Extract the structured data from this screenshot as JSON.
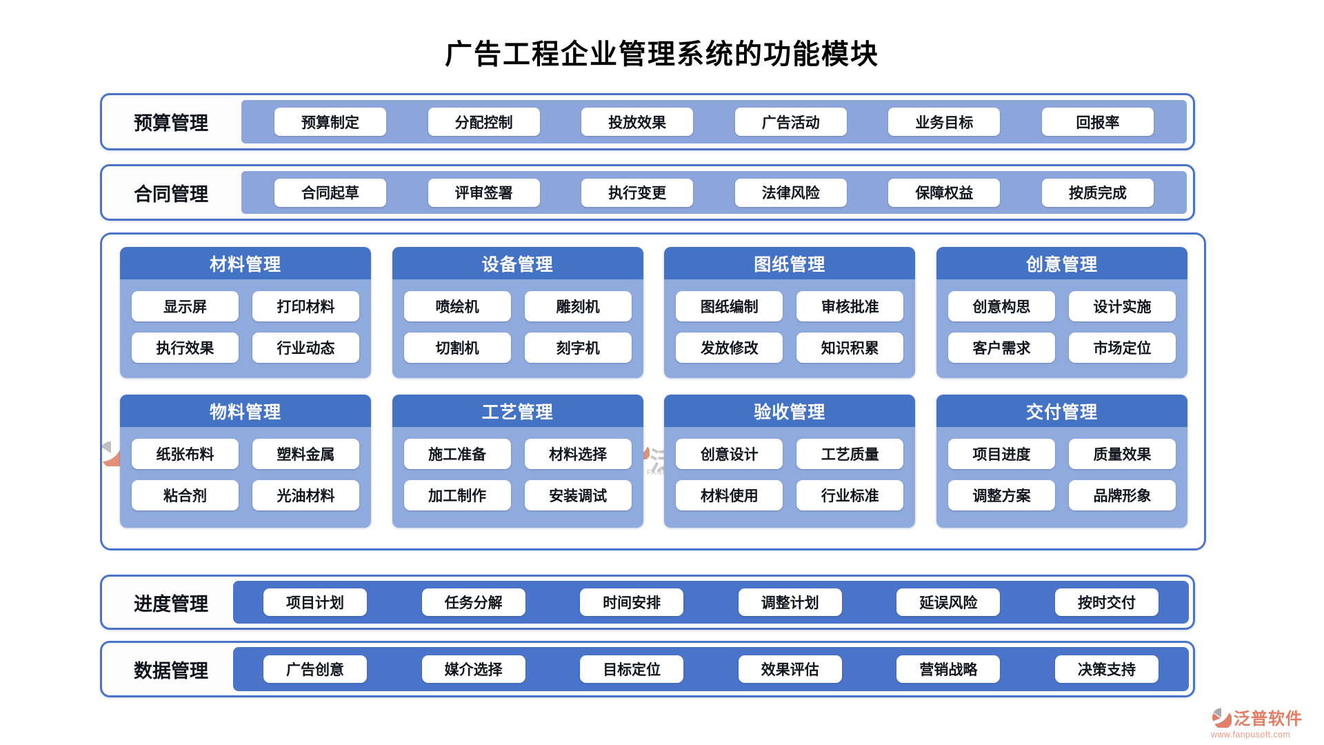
{
  "title": "广告工程企业管理系统的功能模块",
  "rows": [
    {
      "label": "预算管理",
      "items": [
        "预算制定",
        "分配控制",
        "投放效果",
        "广告活动",
        "业务目标",
        "回报率"
      ]
    },
    {
      "label": "合同管理",
      "items": [
        "合同起草",
        "评审签署",
        "执行变更",
        "法律风险",
        "保障权益",
        "按质完成"
      ]
    }
  ],
  "cards": [
    {
      "title": "材料管理",
      "items": [
        "显示屏",
        "打印材料",
        "执行效果",
        "行业动态"
      ]
    },
    {
      "title": "设备管理",
      "items": [
        "喷绘机",
        "雕刻机",
        "切割机",
        "刻字机"
      ]
    },
    {
      "title": "图纸管理",
      "items": [
        "图纸编制",
        "审核批准",
        "发放修改",
        "知识积累"
      ]
    },
    {
      "title": "创意管理",
      "items": [
        "创意构思",
        "设计实施",
        "客户需求",
        "市场定位"
      ]
    },
    {
      "title": "物料管理",
      "items": [
        "纸张布料",
        "塑料金属",
        "粘合剂",
        "光油材料"
      ]
    },
    {
      "title": "工艺管理",
      "items": [
        "施工准备",
        "材料选择",
        "加工制作",
        "安装调试"
      ]
    },
    {
      "title": "验收管理",
      "items": [
        "创意设计",
        "工艺质量",
        "材料使用",
        "行业标准"
      ]
    },
    {
      "title": "交付管理",
      "items": [
        "项目进度",
        "质量效果",
        "调整方案",
        "品牌形象"
      ]
    }
  ],
  "bottom_rows": [
    {
      "label": "进度管理",
      "items": [
        "项目计划",
        "任务分解",
        "时间安排",
        "调整计划",
        "延误风险",
        "按时交付"
      ]
    },
    {
      "label": "数据管理",
      "items": [
        "广告创意",
        "媒介选择",
        "目标定位",
        "效果评估",
        "营销战略",
        "决策支持"
      ]
    }
  ],
  "watermark": {
    "brand": "泛普软件",
    "url": "www.fanpusoft.com",
    "partial_char": "泛",
    "partial_sub": "FANPU"
  },
  "colors": {
    "border_blue": "#4a74c9",
    "band_light": "#8ca6dc",
    "band_dark": "#4a74c9",
    "card_header": "#4472c4",
    "card_body": "#8faadc",
    "button_bg": "#ffffff",
    "button_text": "#14161f",
    "brand_coral": "#e07d63"
  }
}
